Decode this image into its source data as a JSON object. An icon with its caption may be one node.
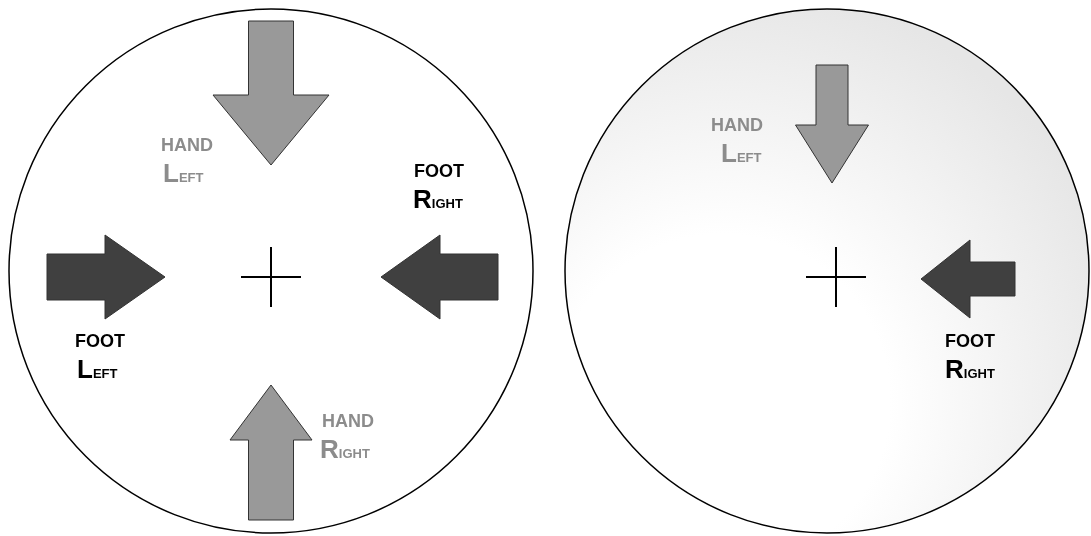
{
  "diagram": {
    "labels": [
      "HAND",
      "LEFT",
      "FOOT",
      "RIGHT",
      "FOOT",
      "LEFT",
      "HAND",
      "RIGHT",
      "HAND",
      "LEFT",
      "FOOT",
      "RIGHT"
    ]
  }
}
